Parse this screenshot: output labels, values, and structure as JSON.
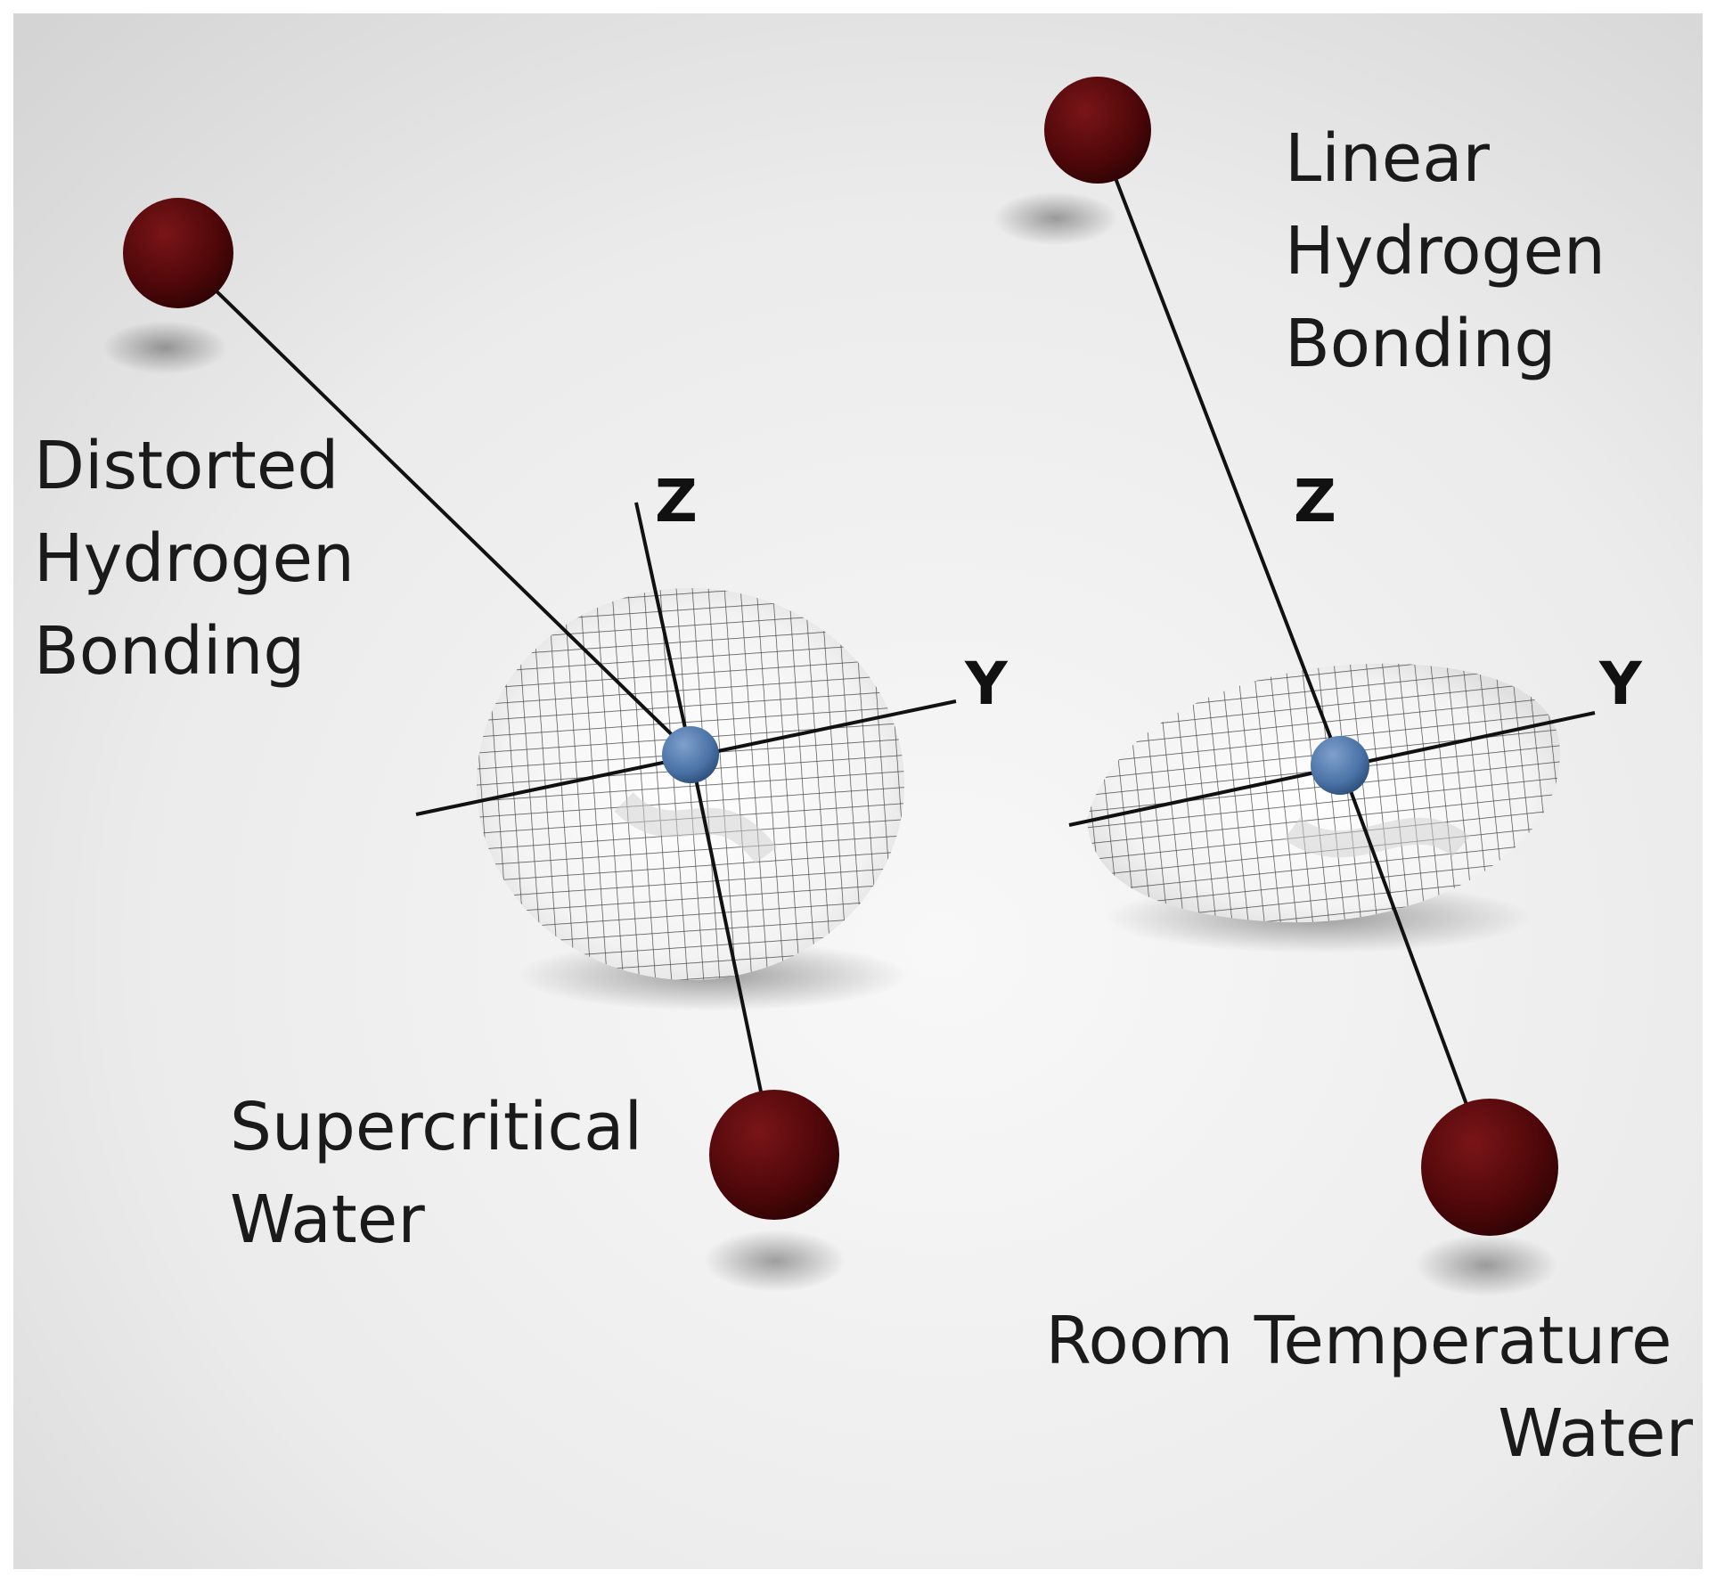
{
  "panels": [
    {
      "id": "supercritical",
      "caption": [
        "Supercritical",
        "Water"
      ],
      "bond_label": [
        "Distorted",
        "Hydrogen",
        "Bonding"
      ],
      "axes": {
        "z": "Z",
        "y": "Y"
      }
    },
    {
      "id": "room-temperature",
      "caption": [
        "Room Temperature",
        "Water"
      ],
      "bond_label": [
        "Linear",
        "Hydrogen",
        "Bonding"
      ],
      "axes": {
        "z": "Z",
        "y": "Y"
      }
    }
  ],
  "colors": {
    "background_light": "#f7f7f7",
    "background_dark": "#d9d9d9",
    "hydrogen_atom": "#5a0a0c",
    "oxygen_atom": "#4a74a8",
    "bond_line": "#111111",
    "mesh_grid": "#444444"
  }
}
